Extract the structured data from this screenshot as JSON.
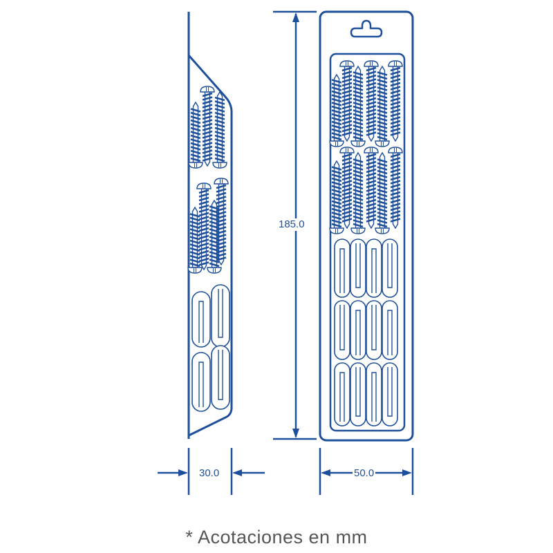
{
  "dimensions": {
    "height": "185.0",
    "depth": "30.0",
    "width": "50.0"
  },
  "footnote": "* Acotaciones en mm",
  "colors": {
    "line": "#1e4f9a",
    "text": "#555555"
  }
}
